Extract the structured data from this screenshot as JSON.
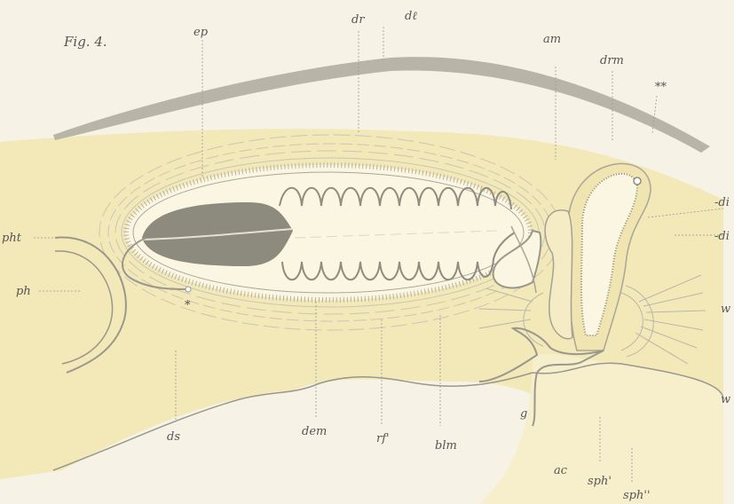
{
  "figure_title": "Fig. 4.",
  "labels": {
    "ep": "ep",
    "dr": "dr",
    "dl": "dℓ",
    "am": "am",
    "drm": "drm",
    "stars": "**",
    "d1": "-di",
    "d2": "-di",
    "pht": "pht",
    "ph": "ph",
    "star": "*",
    "w1": "w",
    "w2": "w",
    "ds": "ds",
    "dem": "dem",
    "rf": "rf'",
    "blm": "blm",
    "g": "g",
    "ac": "ac",
    "sph1": "sph'",
    "sph2": "sph''"
  },
  "colors": {
    "background": "#f6f3e6",
    "tissue": "#f2e8b8",
    "tissue_light": "#f7efcb",
    "dark_mass": "#8d8a7e",
    "outline": "#9a978c",
    "band": "#c9c6b8"
  }
}
